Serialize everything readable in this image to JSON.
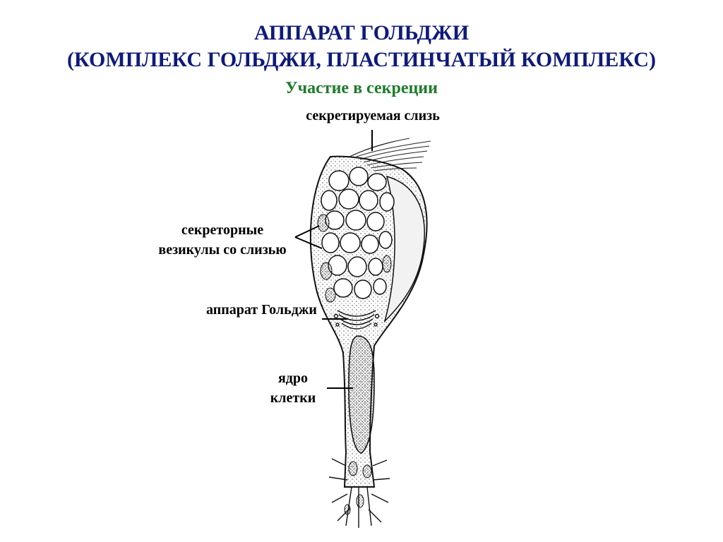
{
  "title": {
    "line1": "АППАРАТ ГОЛЬДЖИ",
    "line2": "(КОМПЛЕКС ГОЛЬДЖИ, ПЛАСТИНЧАТЫЙ КОМПЛЕКС)"
  },
  "subtitle": "Участие в секреции",
  "labels": {
    "mucus": "секретируемая слизь",
    "vesicles_line1": "секреторные",
    "vesicles_line2": "везикулы со слизью",
    "golgi": "аппарат Гольджи",
    "nucleus_line1": "ядро",
    "nucleus_line2": "клетки"
  },
  "colors": {
    "title": "#0e1a7a",
    "subtitle": "#1f7a2b",
    "ink": "#000000"
  }
}
